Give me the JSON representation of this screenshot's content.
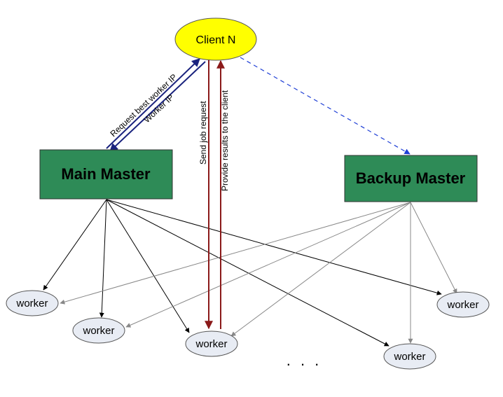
{
  "client": {
    "label": "Client N",
    "fill": "#ffff00"
  },
  "main_master": {
    "label": "Main Master",
    "fill": "#2e8b57"
  },
  "backup_master": {
    "label": "Backup Master",
    "fill": "#2e8b57"
  },
  "workers": [
    {
      "label": "worker"
    },
    {
      "label": "worker"
    },
    {
      "label": "worker"
    },
    {
      "label": "worker"
    },
    {
      "label": "worker"
    }
  ],
  "edge_labels": {
    "request_best_worker": "Request best worker IP",
    "worker_ip": "Worker IP",
    "send_job": "Send job request",
    "provide_results": "Provide results to the client"
  },
  "ellipsis": ". . .",
  "colors": {
    "blue_arrow": "#1a237e",
    "dashed_arrow": "#1f3fd6",
    "red_arrow": "#8b1a1a",
    "black_edge": "#000000",
    "gray_edge": "#888888",
    "worker_fill": "#e8ecf4"
  }
}
